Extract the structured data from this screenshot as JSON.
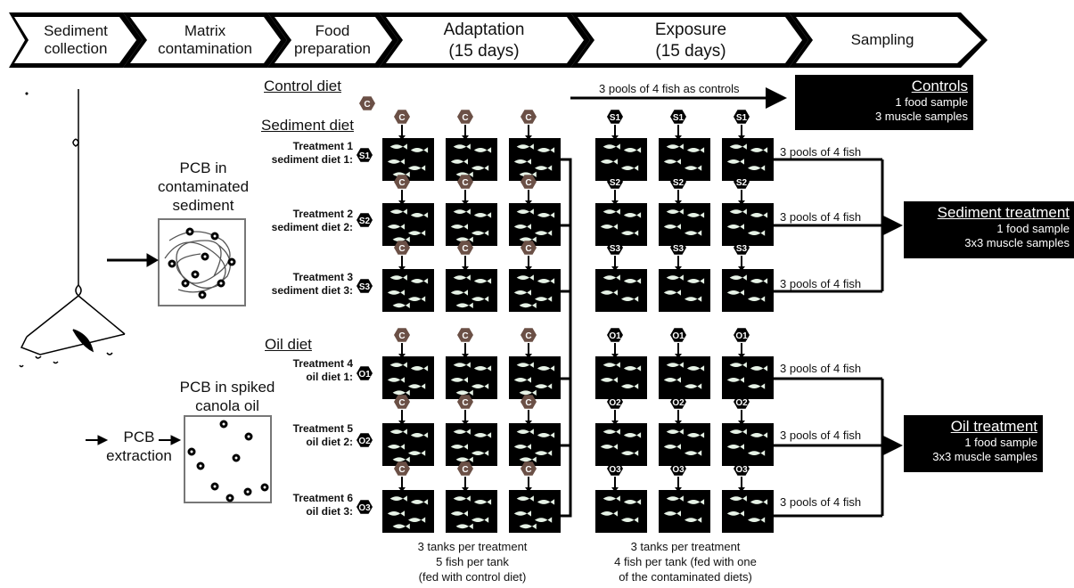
{
  "stages": [
    {
      "line1": "Sediment",
      "line2": "collection"
    },
    {
      "line1": "Matrix",
      "line2": "contamination"
    },
    {
      "line1": "Food",
      "line2": "preparation"
    },
    {
      "line1": "Adaptation",
      "line2": "(15 days)"
    },
    {
      "line1": "Exposure",
      "line2": "(15 days)"
    },
    {
      "line1": "Sampling",
      "line2": ""
    }
  ],
  "left": {
    "sediment_label": [
      "PCB in",
      "contaminated",
      "sediment"
    ],
    "oil_label": [
      "PCB in spiked",
      "canola oil"
    ],
    "extraction_label": [
      "PCB",
      "extraction"
    ]
  },
  "diets": {
    "control": "Control diet",
    "sediment": "Sediment diet",
    "oil": "Oil diet",
    "control_code": "C"
  },
  "treatments": [
    {
      "line1": "Treatment 1",
      "line2": "sediment diet 1:",
      "code": "S1",
      "group": "sediment"
    },
    {
      "line1": "Treatment 2",
      "line2": "sediment diet 2:",
      "code": "S2",
      "group": "sediment"
    },
    {
      "line1": "Treatment 3",
      "line2": "sediment diet 3:",
      "code": "S3",
      "group": "sediment"
    },
    {
      "line1": "Treatment 4",
      "line2": "oil diet 1:",
      "code": "O1",
      "group": "oil"
    },
    {
      "line1": "Treatment 5",
      "line2": "oil diet 2:",
      "code": "O2",
      "group": "oil"
    },
    {
      "line1": "Treatment 6",
      "line2": "oil diet 3:",
      "code": "O3",
      "group": "oil"
    }
  ],
  "flow": {
    "controls_arrow": "3 pools of 4 fish as controls",
    "pool_label": "3 pools of 4 fish"
  },
  "boxes": {
    "controls": {
      "title": "Controls",
      "l1": "1 food sample",
      "l2": "3 muscle samples"
    },
    "sediment": {
      "title": "Sediment treatment",
      "l1": "1 food sample",
      "l2": "3x3 muscle samples"
    },
    "oil": {
      "title": "Oil treatment",
      "l1": "1 food sample",
      "l2": "3x3 muscle samples"
    }
  },
  "captions": {
    "adaptation": [
      "3 tanks per treatment",
      "5 fish per tank",
      "(fed with control diet)"
    ],
    "exposure": [
      "3 tanks per treatment",
      "4 fish per tank (fed with one",
      "of the contaminated diets)"
    ]
  },
  "colors": {
    "control_hex": "#6b5046",
    "dark": "#000000",
    "fish": "#e6f2e6"
  }
}
